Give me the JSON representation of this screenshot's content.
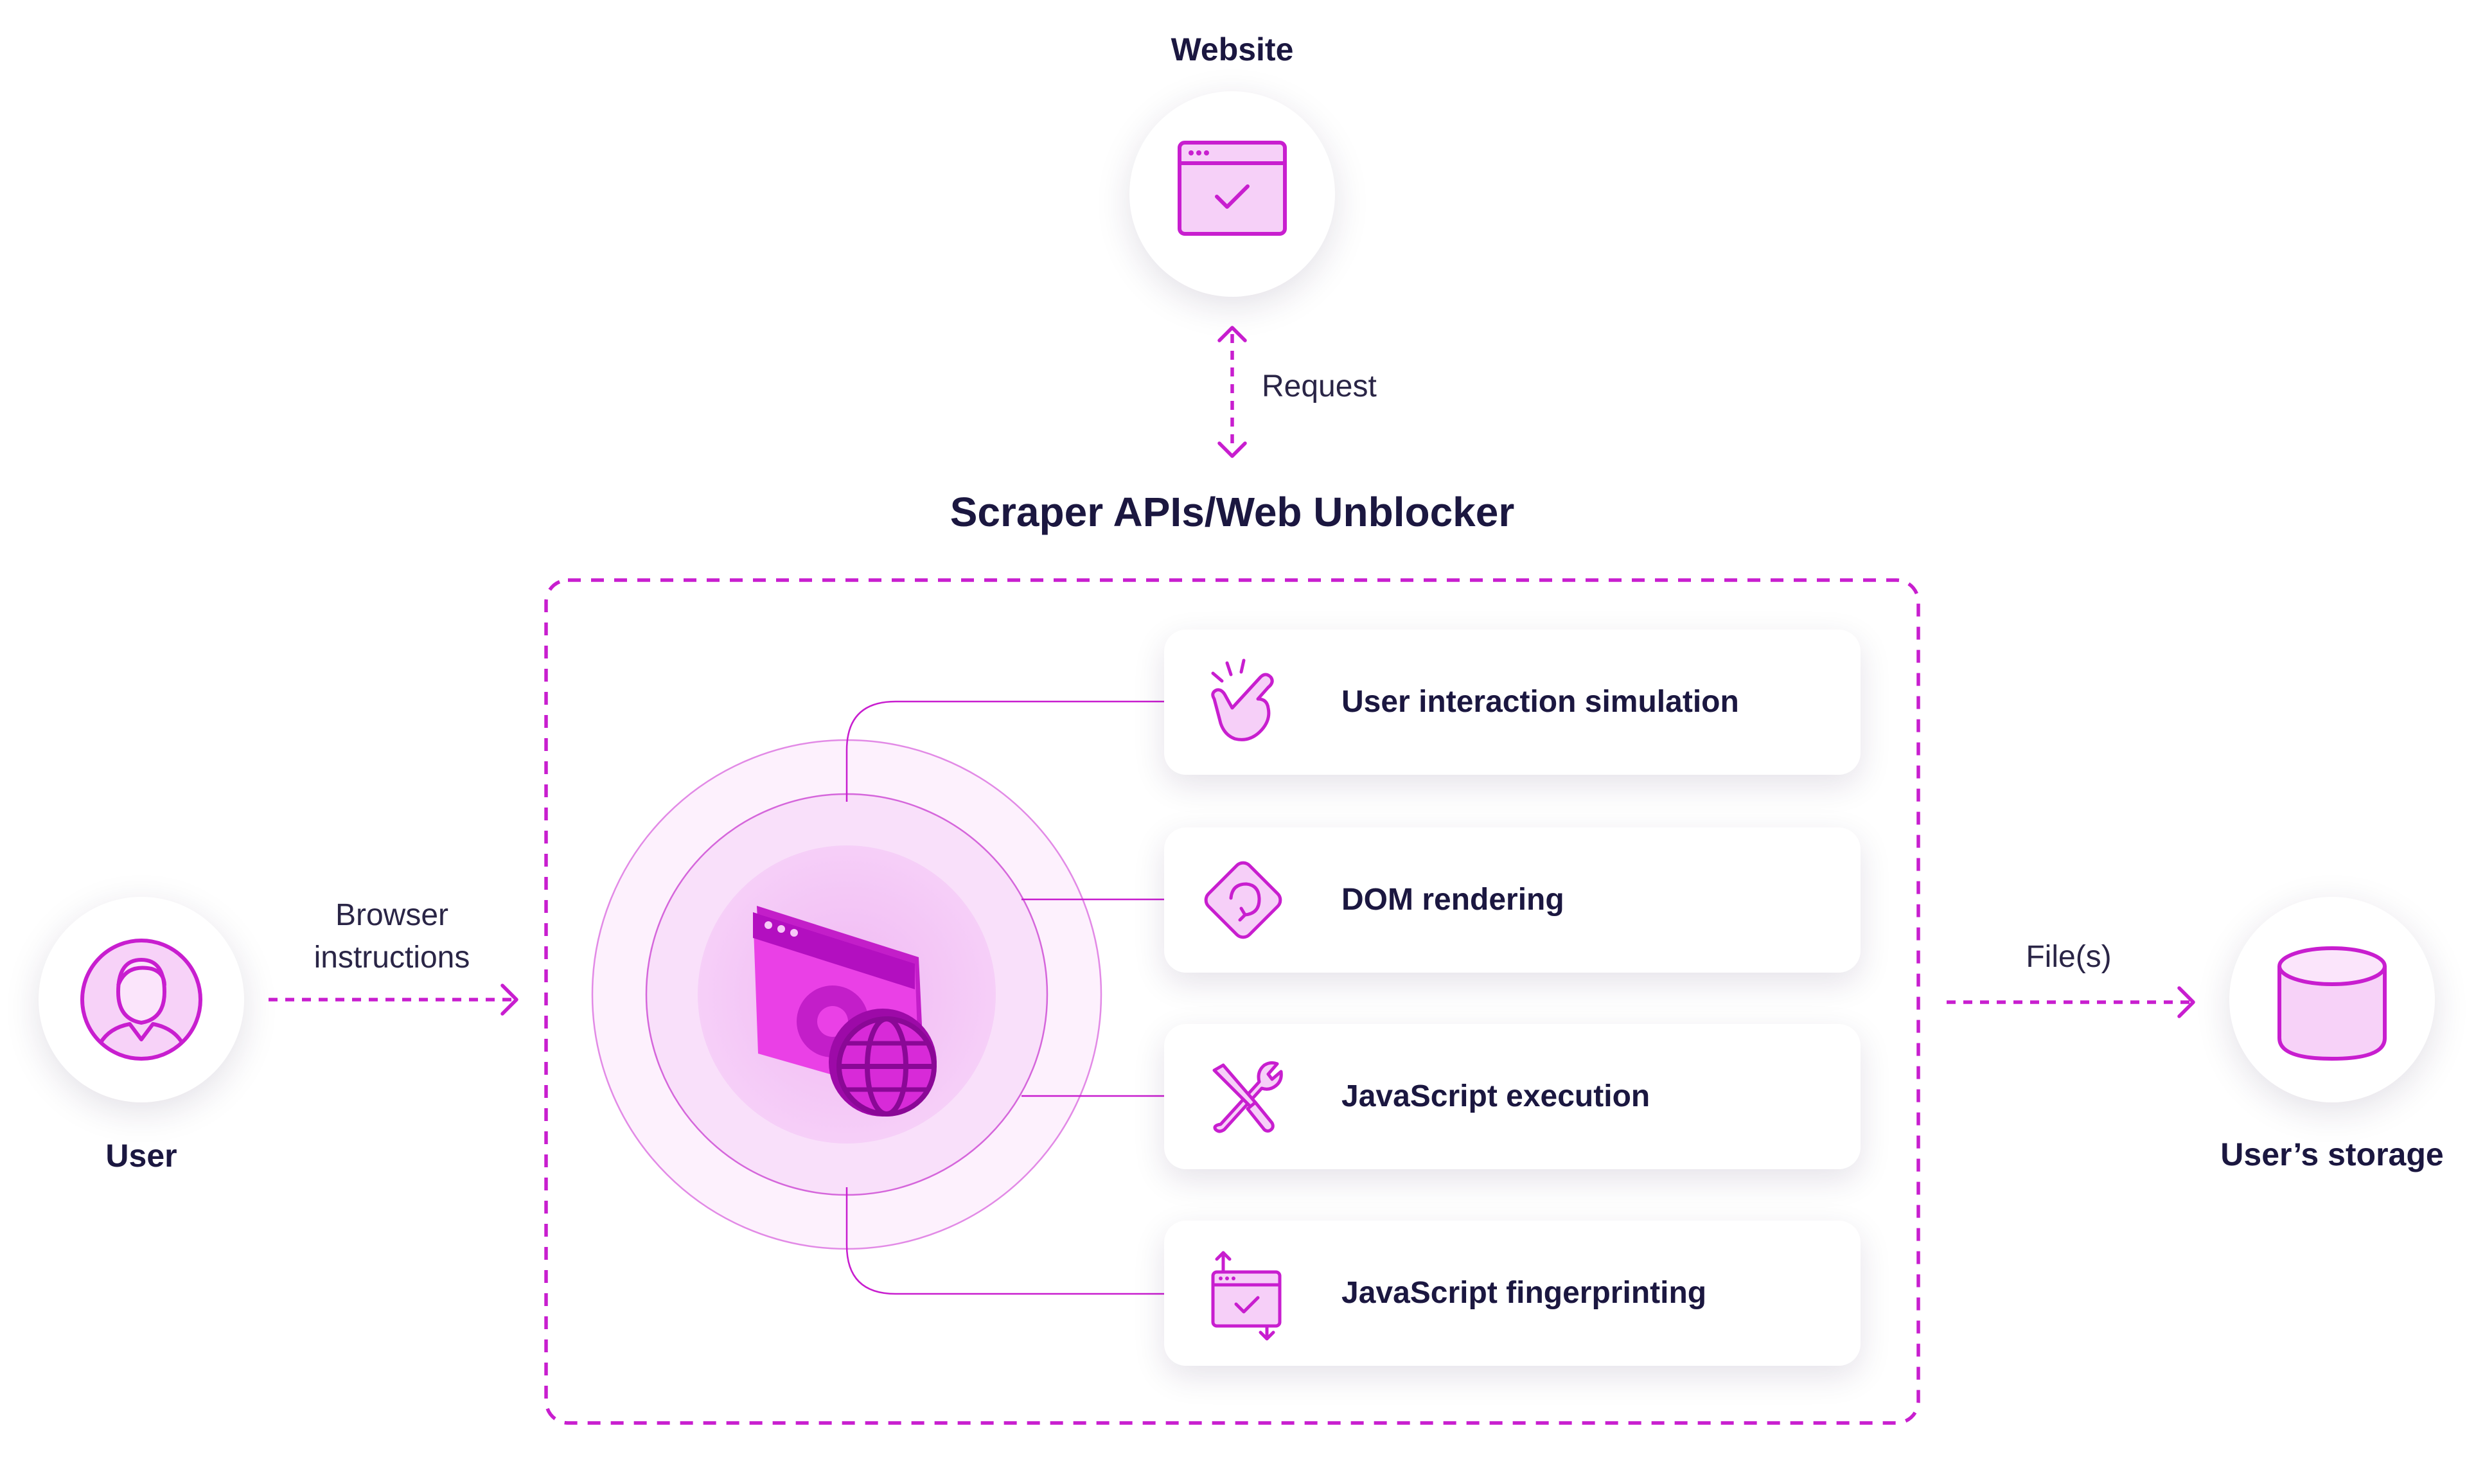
{
  "website": {
    "label": "Website"
  },
  "request": {
    "label": "Request"
  },
  "hub": {
    "title": "Scraper APIs/Web Unblocker"
  },
  "user": {
    "label": "User"
  },
  "browser_instructions": {
    "line1": "Browser",
    "line2": "instructions"
  },
  "files": {
    "label": "File(s)"
  },
  "storage": {
    "label": "User’s storage"
  },
  "features": [
    {
      "label": "User interaction simulation",
      "icon": "tap-hand-icon"
    },
    {
      "label": "DOM rendering",
      "icon": "rotate-diamond-icon"
    },
    {
      "label": "JavaScript execution",
      "icon": "wrench-screwdriver-icon"
    },
    {
      "label": "JavaScript fingerprinting",
      "icon": "browser-window-arrows-icon"
    }
  ],
  "colors": {
    "accent": "#c81ecf",
    "text": "#1b1740",
    "accent_light": "#f6d4f8"
  }
}
